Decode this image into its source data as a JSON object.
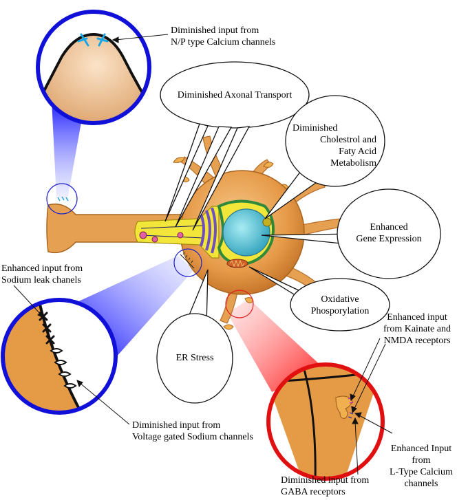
{
  "labels": {
    "np_calcium": [
      "Diminished input from",
      "N/P type Calcium channels"
    ],
    "sodium_leak": [
      "Enhanced input from",
      "Sodium leak chanels"
    ],
    "voltage_sodium": [
      "Diminished input from",
      "Voltage gated Sodium channels"
    ],
    "kainate_nmda": [
      "Enhanced input",
      "from Kainate and",
      "NMDA receptors"
    ],
    "l_type_calcium": [
      "Enhanced Input",
      "from",
      "L-Type Calcium",
      "channels"
    ],
    "gaba": [
      "Diminished input from",
      "GABA receptors"
    ]
  },
  "bubbles": {
    "axonal_transport": [
      "Diminished Axonal Transport"
    ],
    "cholesterol": [
      "Diminished",
      "Cholestrol and",
      "Faty Acid",
      "Metabolism"
    ],
    "gene_expression": [
      "Enhanced",
      "Gene Expression"
    ],
    "oxidative": [
      "Oxidative",
      "Phosporylation"
    ],
    "er_stress": [
      "ER Stress"
    ]
  },
  "colors": {
    "blue_circle": "#1010d8",
    "red_circle": "#e01010",
    "neuron_fill": "#e8a050",
    "neuron_dark": "#c8782c",
    "nucleus": "#5fc6d8",
    "er_green": "#3ea34a",
    "axon_hillock_yellow": "#f2e63a",
    "golgi_purple": "#6e4fc0"
  }
}
